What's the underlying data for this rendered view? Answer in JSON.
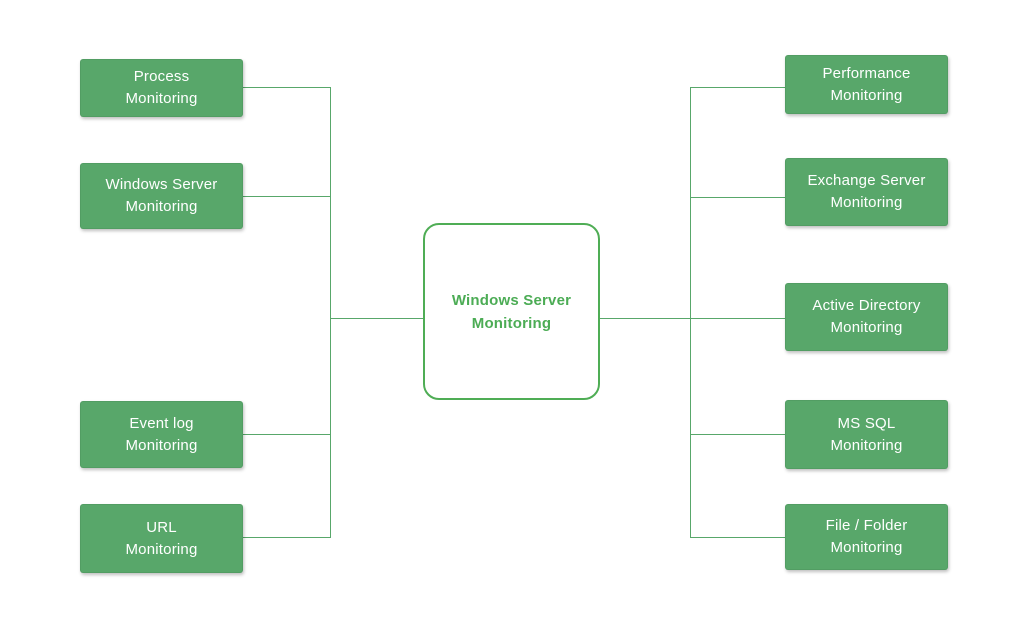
{
  "colors": {
    "node_fill": "#58a76a",
    "node_text": "#ffffff",
    "center_border": "#4fad55",
    "center_text": "#4cac55",
    "connector": "#58a76a",
    "background": "#ffffff"
  },
  "diagram": {
    "center_node": {
      "label": "Windows Server\nMonitoring"
    },
    "left_nodes": [
      {
        "label": "Process\nMonitoring"
      },
      {
        "label": "Windows Server\nMonitoring"
      },
      {
        "label": "Event log\nMonitoring"
      },
      {
        "label": "URL\nMonitoring"
      }
    ],
    "right_nodes": [
      {
        "label": "Performance\nMonitoring"
      },
      {
        "label": "Exchange Server\nMonitoring"
      },
      {
        "label": "Active Directory\nMonitoring"
      },
      {
        "label": "MS SQL\nMonitoring"
      },
      {
        "label": "File / Folder\nMonitoring"
      }
    ]
  }
}
